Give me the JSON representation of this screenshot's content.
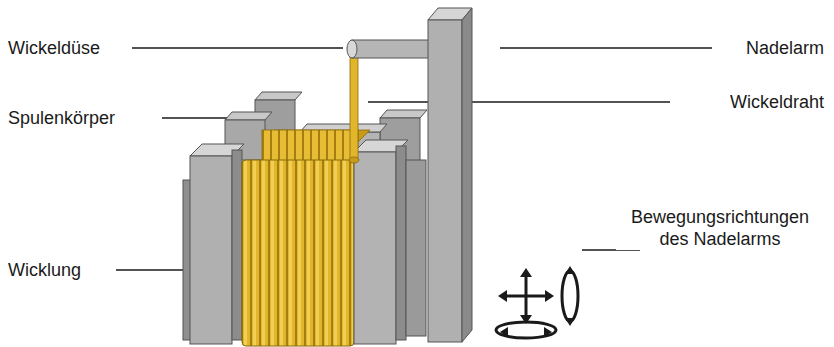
{
  "diagram": {
    "labels": [
      "Wickeldüse",
      "Nadelarm",
      "Spulenkörper",
      "Wickeldraht",
      "Wicklung",
      "Bewegungsrichtungen des Nadelarms"
    ]
  }
}
